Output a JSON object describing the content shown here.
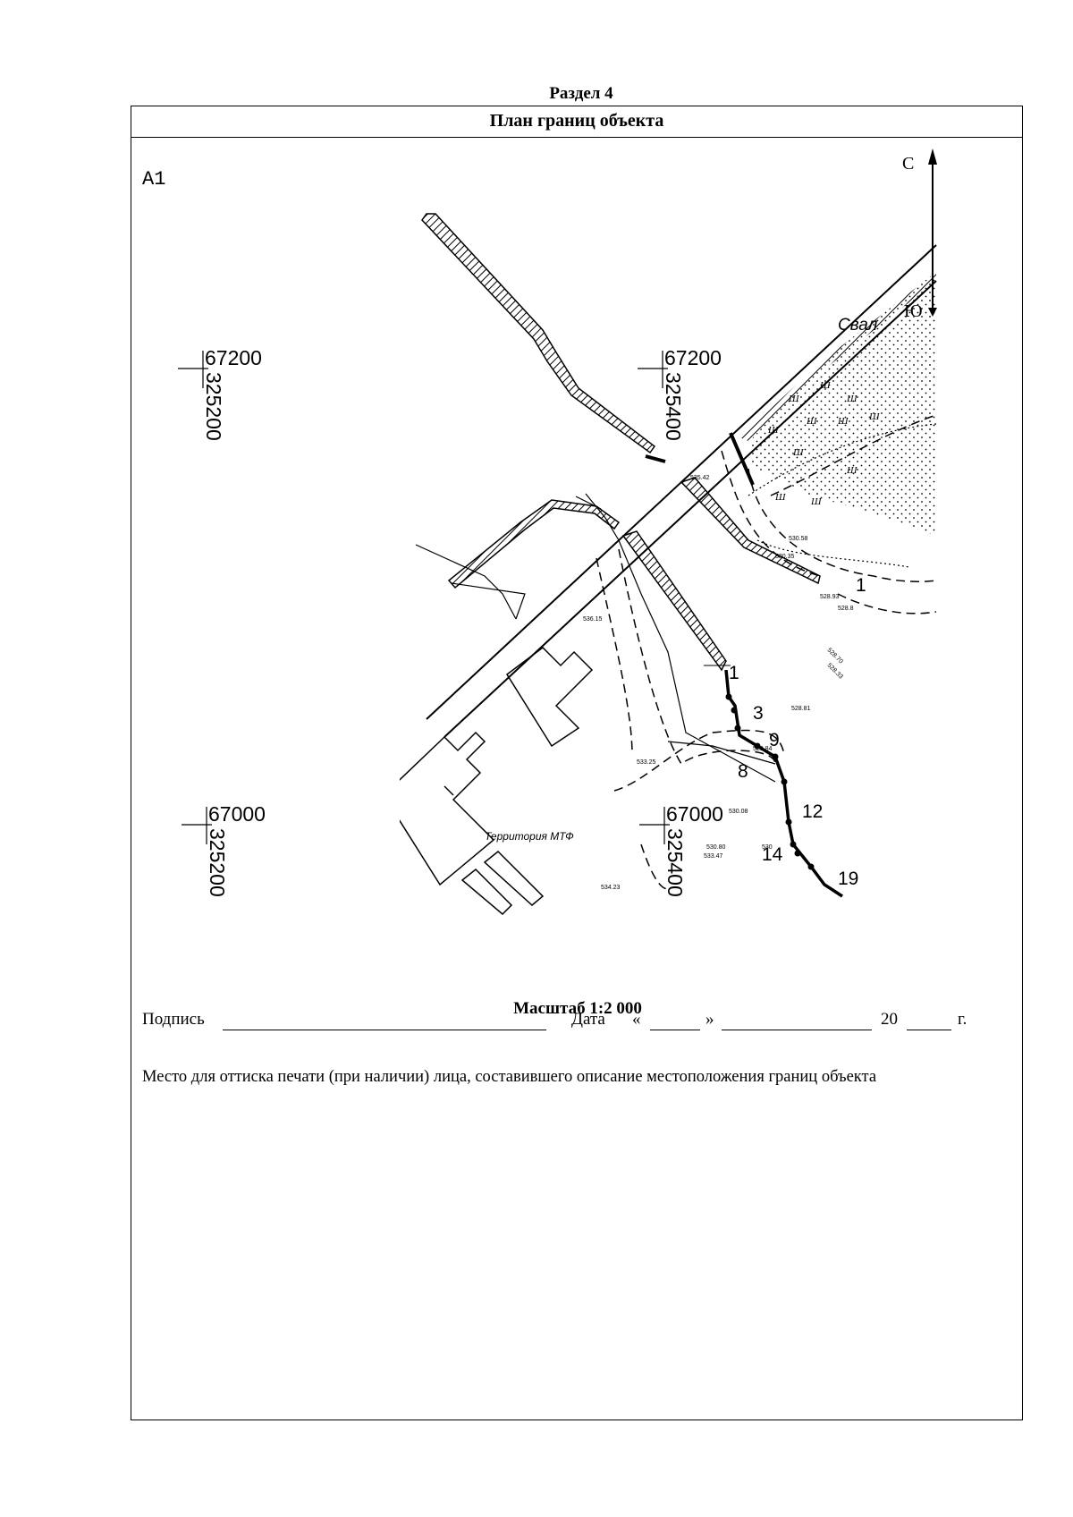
{
  "section": "Раздел 4",
  "title": "План границ объекта",
  "map": {
    "sheet_label": "А1",
    "north_label": "С",
    "south_label": "Ю",
    "grid": [
      {
        "x": "67200",
        "y": "325200"
      },
      {
        "x": "67200",
        "y": "325400"
      },
      {
        "x": "67000",
        "y": "325200"
      },
      {
        "x": "67000",
        "y": "325400"
      }
    ],
    "points": [
      "1",
      "3",
      "9",
      "8",
      "12",
      "14",
      "19",
      "1"
    ],
    "area_labels": [
      "Свал",
      "Территория МТФ"
    ],
    "elevations": [
      "535.42",
      "536.15",
      "533.25",
      "530.58",
      "530.35",
      "528.93",
      "528.8",
      "528.70",
      "528.33",
      "528.81",
      "528.84",
      "530.08",
      "530.80",
      "533.47",
      "530",
      "534.23"
    ],
    "scale": "Масштаб 1:2 000"
  },
  "signature": {
    "label": "Подпись",
    "date_label": "Дата",
    "quote_open": "«",
    "quote_close": "»",
    "year_prefix": "20",
    "year_suffix": "г."
  },
  "stamp_note": "Место для оттиска печати (при наличии) лица, составившего описание местоположения границ объекта"
}
